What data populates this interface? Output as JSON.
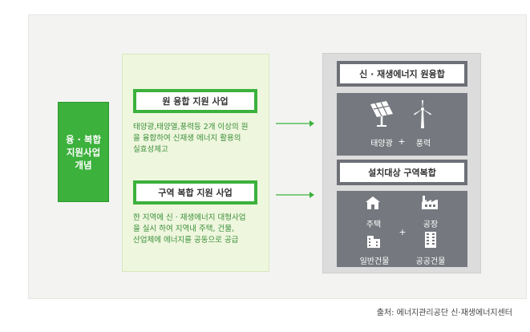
{
  "concept": {
    "lines": [
      "융 · 복합",
      "지원사업",
      "개념"
    ]
  },
  "programs": [
    {
      "title": "원 융합 지원 사업",
      "lines": [
        "태양광,태양열,풍력등 2개 이상의 원",
        "을 융합하여 신재생 에너지 활용의",
        "실효성제고"
      ]
    },
    {
      "title": "구역 복합 지원 사업",
      "lines": [
        "한 지역에 신 · 재생에너지 대형사업",
        "을 실시 하여 지역내 주택, 건물,",
        "산업체에 에너지를 공동으로 공급"
      ]
    }
  ],
  "right": {
    "source_fusion": {
      "title": "신 · 재생에너지 원융합",
      "left_label": "태양광",
      "plus": "+",
      "right_label": "풍력",
      "icons": [
        "solar-panel-icon",
        "wind-turbine-icon"
      ]
    },
    "area_complex": {
      "title": "설치대상 구역복합",
      "labels": [
        "주택",
        "공장",
        "일반건물",
        "공공건물"
      ],
      "plus": "+",
      "icons": [
        "house-icon",
        "factory-icon",
        "building-icon",
        "public-building-icon"
      ]
    }
  },
  "source": "출처: 에너지관리공단 신·재생에너지센터",
  "colors": {
    "green": "#3cb13c",
    "green_text": "#3a8f3a",
    "gray_dark": "#75787e"
  }
}
